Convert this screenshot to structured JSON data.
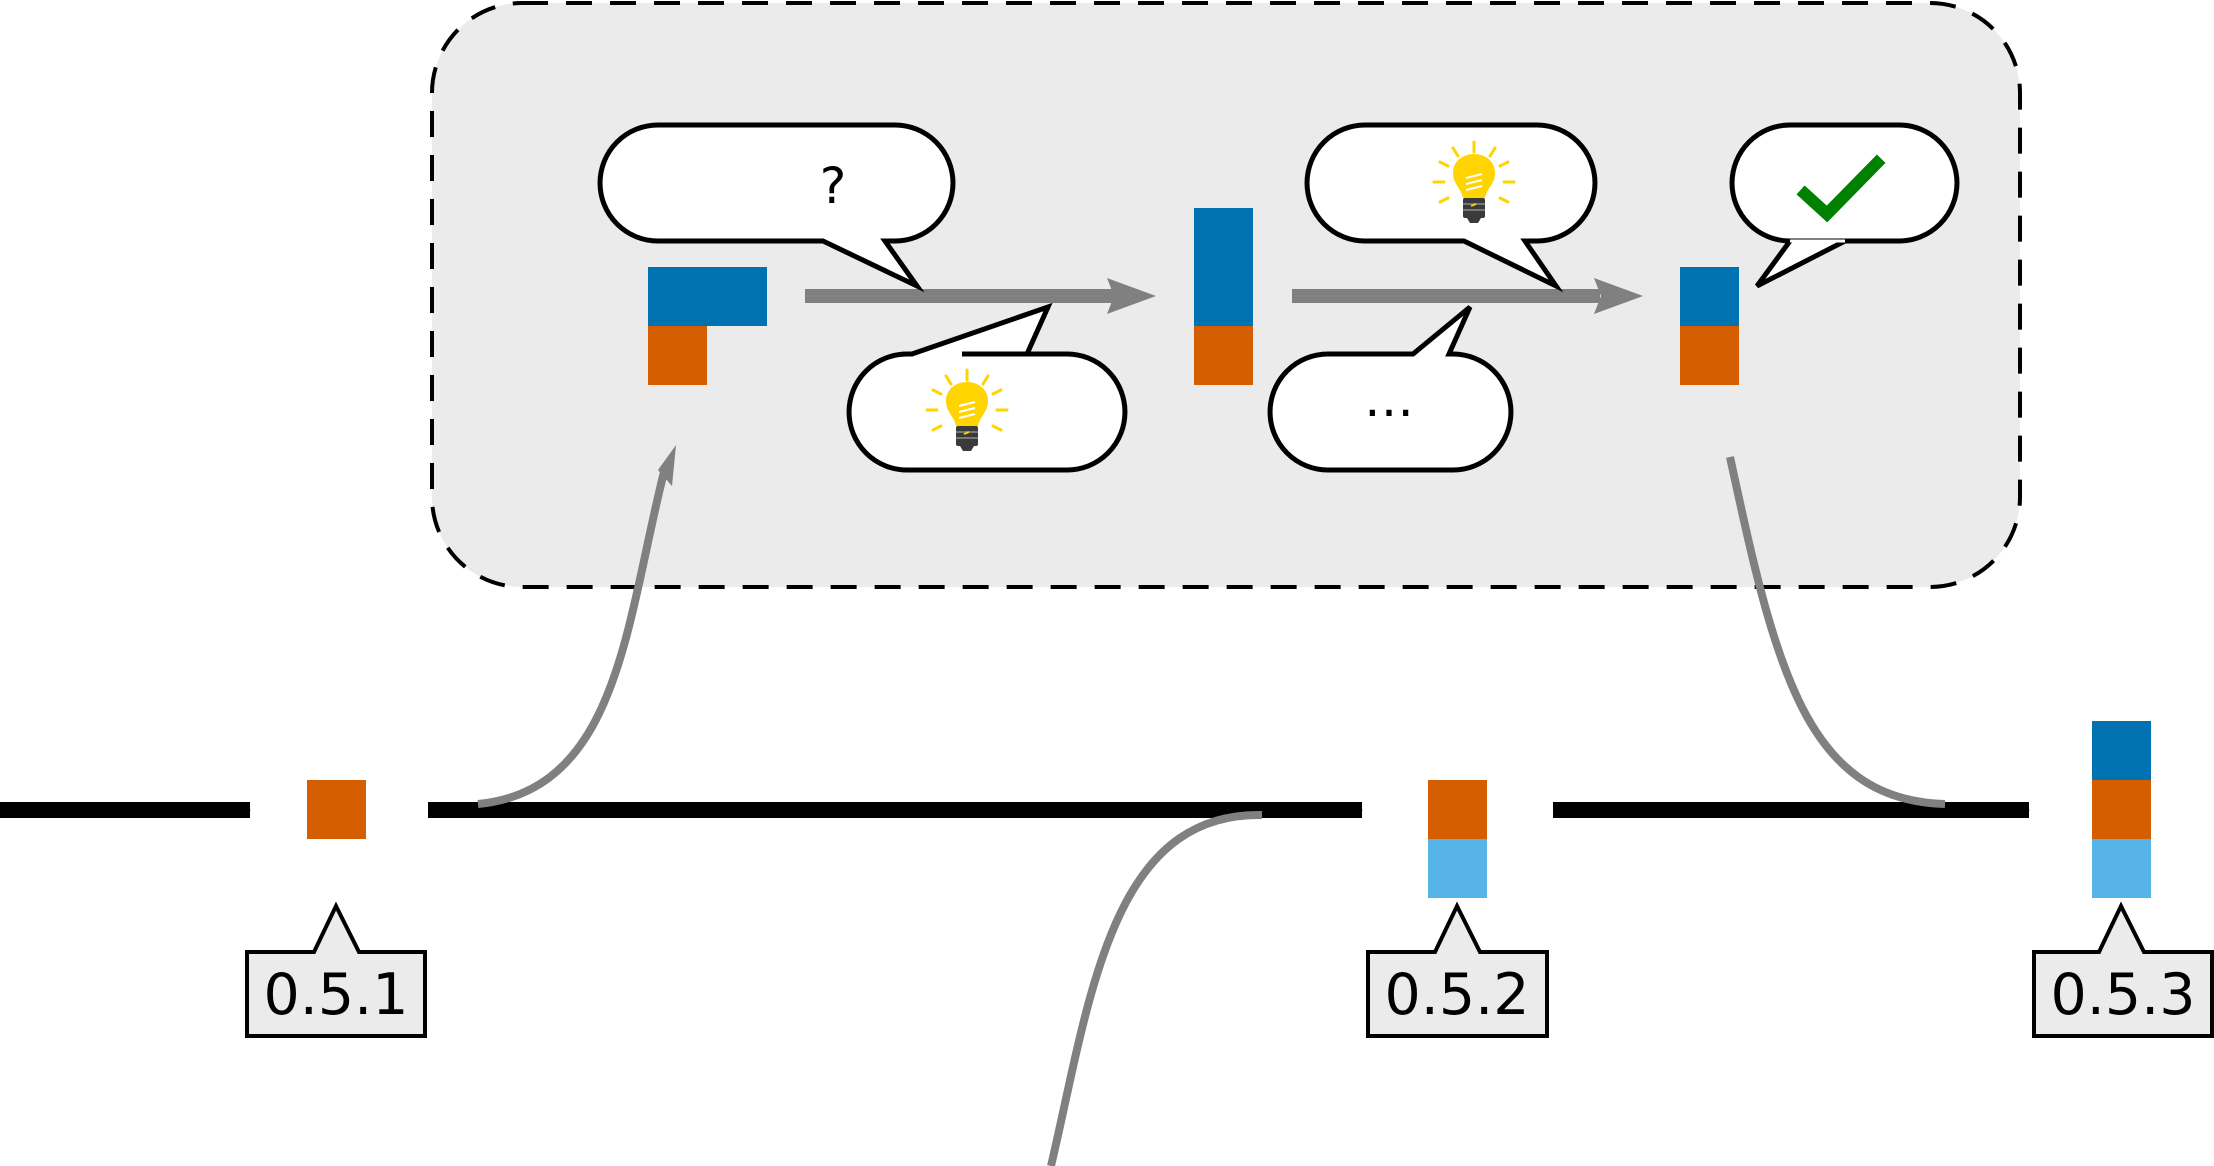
{
  "colors": {
    "feature": "#0072B2",
    "base": "#D55E00",
    "contribution": "#56B4E9",
    "arrow_main": "#000000",
    "arrow_flow": "#808080",
    "review_box_fill": "#EBEBEB",
    "bulb": "#FFD400",
    "check": "#008000"
  },
  "versions": [
    "0.5.1",
    "0.5.2",
    "0.5.3"
  ],
  "review": {
    "bubbles": [
      {
        "kind": "text",
        "text": "?"
      },
      {
        "kind": "icon",
        "icon": "lightbulb-icon"
      },
      {
        "kind": "icon",
        "icon": "lightbulb-icon"
      },
      {
        "kind": "text",
        "text": "…"
      },
      {
        "kind": "icon",
        "icon": "checkmark-icon"
      }
    ]
  }
}
